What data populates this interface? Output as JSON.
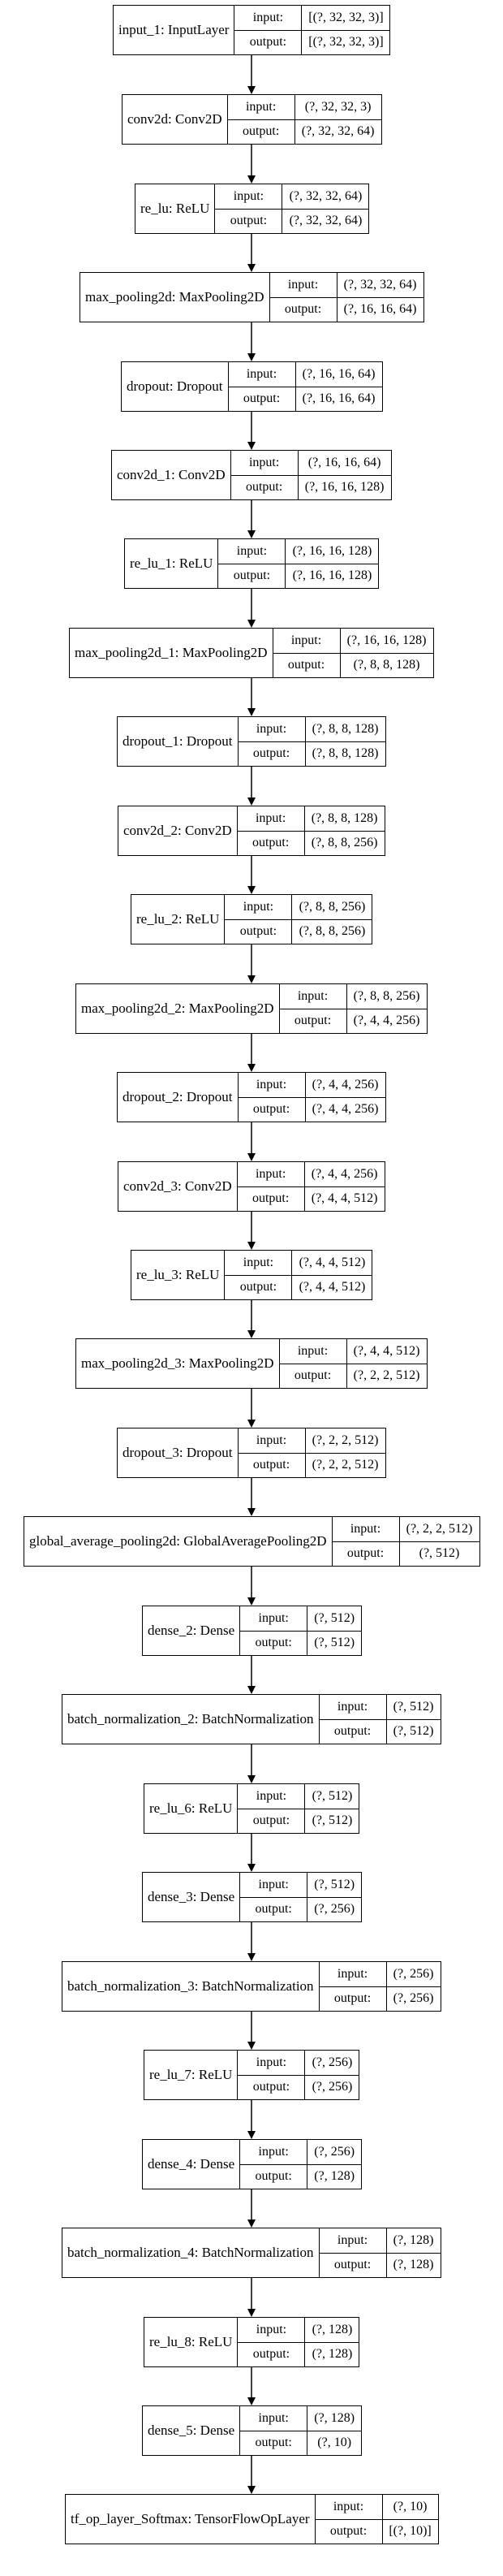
{
  "colors": {
    "stroke": "#000000",
    "background": "#ffffff"
  },
  "labels": {
    "input": "input:",
    "output": "output:"
  },
  "layers": [
    {
      "name": "input_1: InputLayer",
      "input": "[(?, 32, 32, 3)]",
      "output": "[(?, 32, 32, 3)]"
    },
    {
      "name": "conv2d: Conv2D",
      "input": "(?, 32, 32, 3)",
      "output": "(?, 32, 32, 64)"
    },
    {
      "name": "re_lu: ReLU",
      "input": "(?, 32, 32, 64)",
      "output": "(?, 32, 32, 64)"
    },
    {
      "name": "max_pooling2d: MaxPooling2D",
      "input": "(?, 32, 32, 64)",
      "output": "(?, 16, 16, 64)"
    },
    {
      "name": "dropout: Dropout",
      "input": "(?, 16, 16, 64)",
      "output": "(?, 16, 16, 64)"
    },
    {
      "name": "conv2d_1: Conv2D",
      "input": "(?, 16, 16, 64)",
      "output": "(?, 16, 16, 128)"
    },
    {
      "name": "re_lu_1: ReLU",
      "input": "(?, 16, 16, 128)",
      "output": "(?, 16, 16, 128)"
    },
    {
      "name": "max_pooling2d_1: MaxPooling2D",
      "input": "(?, 16, 16, 128)",
      "output": "(?, 8, 8, 128)"
    },
    {
      "name": "dropout_1: Dropout",
      "input": "(?, 8, 8, 128)",
      "output": "(?, 8, 8, 128)"
    },
    {
      "name": "conv2d_2: Conv2D",
      "input": "(?, 8, 8, 128)",
      "output": "(?, 8, 8, 256)"
    },
    {
      "name": "re_lu_2: ReLU",
      "input": "(?, 8, 8, 256)",
      "output": "(?, 8, 8, 256)"
    },
    {
      "name": "max_pooling2d_2: MaxPooling2D",
      "input": "(?, 8, 8, 256)",
      "output": "(?, 4, 4, 256)"
    },
    {
      "name": "dropout_2: Dropout",
      "input": "(?, 4, 4, 256)",
      "output": "(?, 4, 4, 256)"
    },
    {
      "name": "conv2d_3: Conv2D",
      "input": "(?, 4, 4, 256)",
      "output": "(?, 4, 4, 512)"
    },
    {
      "name": "re_lu_3: ReLU",
      "input": "(?, 4, 4, 512)",
      "output": "(?, 4, 4, 512)"
    },
    {
      "name": "max_pooling2d_3: MaxPooling2D",
      "input": "(?, 4, 4, 512)",
      "output": "(?, 2, 2, 512)"
    },
    {
      "name": "dropout_3: Dropout",
      "input": "(?, 2, 2, 512)",
      "output": "(?, 2, 2, 512)"
    },
    {
      "name": "global_average_pooling2d: GlobalAveragePooling2D",
      "input": "(?, 2, 2, 512)",
      "output": "(?, 512)"
    },
    {
      "name": "dense_2: Dense",
      "input": "(?, 512)",
      "output": "(?, 512)"
    },
    {
      "name": "batch_normalization_2: BatchNormalization",
      "input": "(?, 512)",
      "output": "(?, 512)"
    },
    {
      "name": "re_lu_6: ReLU",
      "input": "(?, 512)",
      "output": "(?, 512)"
    },
    {
      "name": "dense_3: Dense",
      "input": "(?, 512)",
      "output": "(?, 256)"
    },
    {
      "name": "batch_normalization_3: BatchNormalization",
      "input": "(?, 256)",
      "output": "(?, 256)"
    },
    {
      "name": "re_lu_7: ReLU",
      "input": "(?, 256)",
      "output": "(?, 256)"
    },
    {
      "name": "dense_4: Dense",
      "input": "(?, 256)",
      "output": "(?, 128)"
    },
    {
      "name": "batch_normalization_4: BatchNormalization",
      "input": "(?, 128)",
      "output": "(?, 128)"
    },
    {
      "name": "re_lu_8: ReLU",
      "input": "(?, 128)",
      "output": "(?, 128)"
    },
    {
      "name": "dense_5: Dense",
      "input": "(?, 128)",
      "output": "(?, 10)"
    },
    {
      "name": "tf_op_layer_Softmax: TensorFlowOpLayer",
      "input": "(?, 10)",
      "output": "[(?, 10)]"
    }
  ]
}
